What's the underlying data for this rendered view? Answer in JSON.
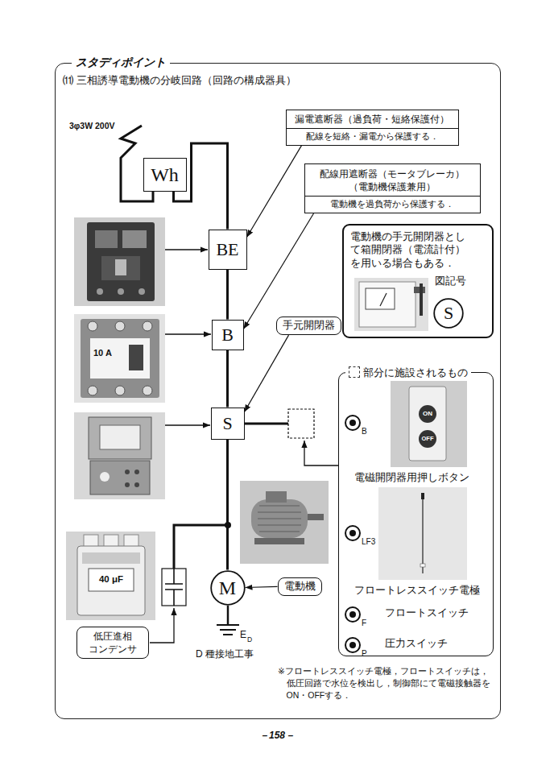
{
  "diagram": {
    "title": "⑾ 三相誘導電動機の分岐回路（回路の構成器具）",
    "nodes": [
      {
        "text": [
          "スタディポイント"
        ]
      },
      {
        "text": [
          "漏電遮断器（過負荷・短絡保護付）",
          "配線を短絡・漏電から保護する．"
        ],
        "in": 0
      },
      {
        "text": [
          "Wh"
        ],
        "in": 0
      },
      {
        "text": [
          "配線用遮断器（モータブレーカ） （電動機保護兼用）",
          "電動機を過負荷から保護する．"
        ],
        "in": 0
      },
      {
        "text": [
          "BE"
        ],
        "in": 0
      },
      {
        "text": [
          "電動機の手元開閉器として箱開閉器（電流計付）を用いる場合もある．",
          "図記号"
        ],
        "in": 0
      },
      {
        "text": [
          "S"
        ],
        "in": 5
      },
      {
        "text": [
          "B"
        ],
        "in": 0
      },
      {
        "text": [
          "手元開閉器"
        ],
        "in": 0
      },
      {
        "text": [
          "S"
        ],
        "in": 0
      },
      {
        "text": [
          "部分に施設されるもの"
        ],
        "in": 0
      },
      {
        "text": [
          "M"
        ],
        "in": 0
      },
      {
        "text": [
          "電動機"
        ],
        "in": 0
      },
      {
        "text": [
          "低圧進相 コンデンサ"
        ],
        "in": 0
      }
    ],
    "edges": [
      {
        "from": 2,
        "to": 4,
        "arrow": "none"
      },
      {
        "from": 4,
        "to": 7,
        "arrow": "none"
      },
      {
        "from": 7,
        "to": 9,
        "arrow": "none"
      },
      {
        "from": 9,
        "to": 11,
        "arrow": "none"
      },
      {
        "from": 1,
        "to": 4,
        "arrow": "to"
      },
      {
        "from": 3,
        "to": 7,
        "arrow": "to"
      },
      {
        "from": 8,
        "to": 9,
        "arrow": "to"
      },
      {
        "from": 12,
        "to": 11,
        "arrow": "to"
      }
    ],
    "labels": [
      "3φ3W 200V",
      "10 A",
      "ON",
      "OFF",
      "B",
      "電磁開閉器用押しボタン",
      "LF3",
      "フロートレススイッチ電極",
      "F",
      "フロートスイッチ",
      "P",
      "圧力スイッチ",
      "40 μF",
      "E",
      "D",
      "D 種接地工事",
      "※フロートレススイッチ電極，フロートスイッチは，低圧回路で水位を検出し，制御部にて電磁接触器をON・OFFする．",
      "－158－"
    ]
  }
}
